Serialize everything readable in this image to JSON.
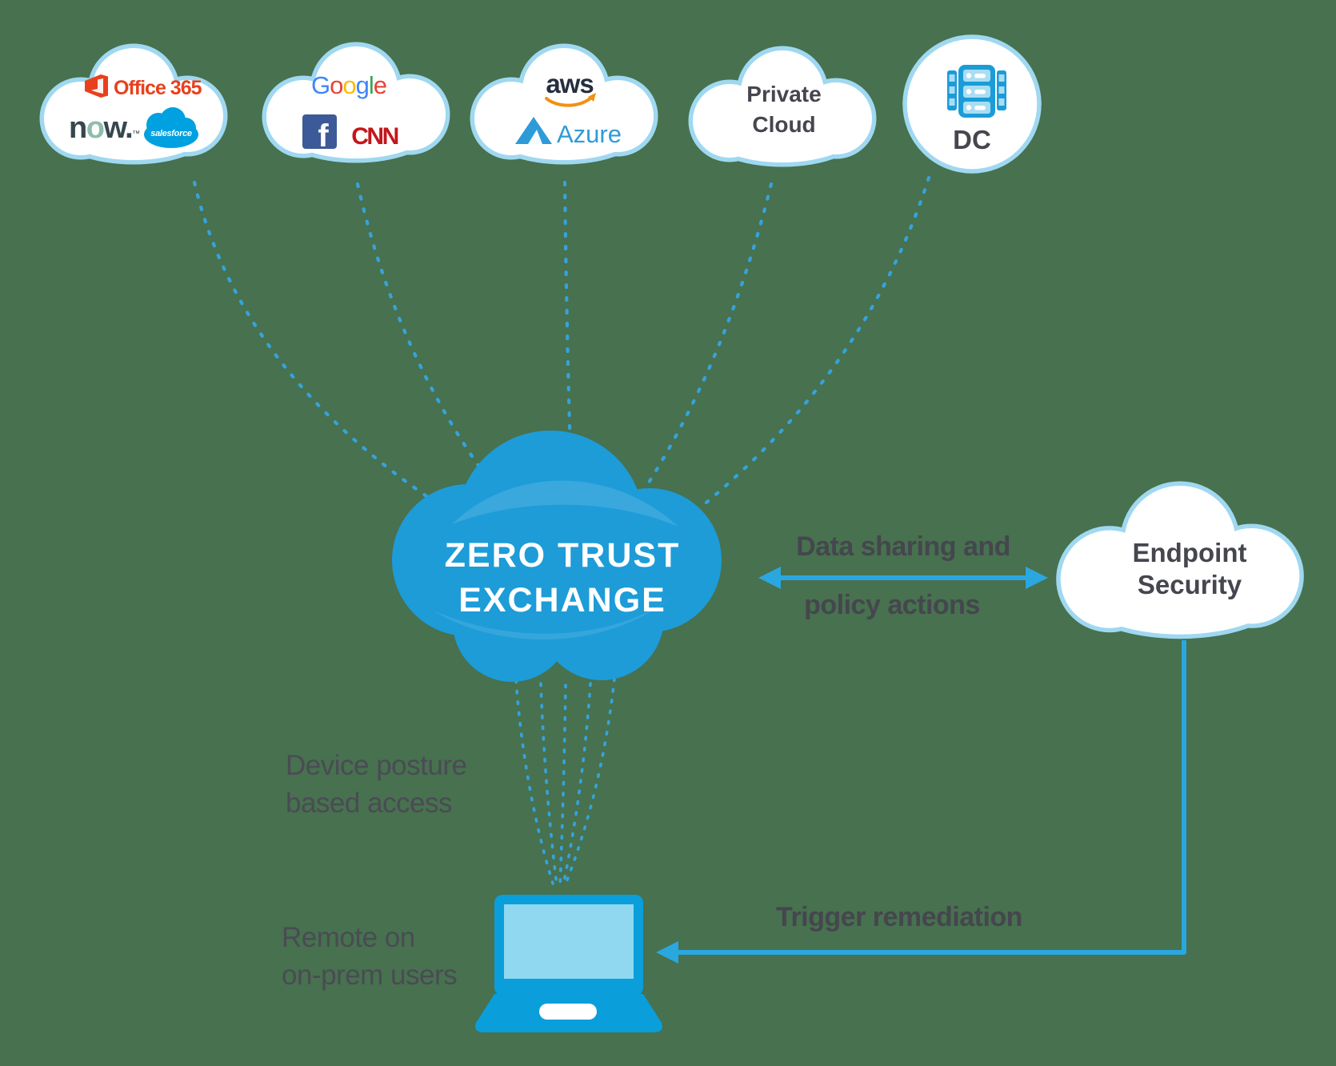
{
  "canvas": {
    "background": "#47714F"
  },
  "top_row": {
    "saas_cloud": {
      "office365": {
        "label": "Office 365",
        "color": "#E8401C"
      },
      "servicenow": {
        "letters": [
          {
            "ch": "n",
            "color": "#36474E"
          },
          {
            "ch": "o",
            "color": "#8FBDAC"
          },
          {
            "ch": "w.",
            "color": "#36474E"
          }
        ],
        "tm": "™"
      },
      "salesforce": {
        "label": "salesforce",
        "cloud_color": "#00A1E0"
      }
    },
    "web_cloud": {
      "google": {
        "letters": [
          {
            "ch": "G",
            "color": "#4285F4"
          },
          {
            "ch": "o",
            "color": "#EA4335"
          },
          {
            "ch": "o",
            "color": "#FBBC05"
          },
          {
            "ch": "g",
            "color": "#4285F4"
          },
          {
            "ch": "l",
            "color": "#34A853"
          },
          {
            "ch": "e",
            "color": "#EA4335"
          }
        ]
      },
      "facebook": {
        "letter": "f",
        "color": "#3D5A98"
      },
      "cnn": {
        "label": "CNN",
        "color": "#C4161C"
      }
    },
    "iaas_cloud": {
      "aws": {
        "label": "aws",
        "color": "#252F3E",
        "smile_color": "#F29111"
      },
      "azure": {
        "label": "Azure",
        "color": "#2E9BD9"
      }
    },
    "private_cloud": {
      "line1": "Private",
      "line2": "Cloud"
    },
    "dc_node": {
      "label": "DC",
      "icon_color": "#1B9CD8",
      "icon_light": "#A9DDF3"
    }
  },
  "center": {
    "line1": "ZERO TRUST",
    "line2": "EXCHANGE",
    "fill": "#1D9CD8"
  },
  "endpoint": {
    "line1": "Endpoint",
    "line2": "Security"
  },
  "labels": {
    "data_sharing": {
      "line1": "Data sharing and",
      "line2": "policy actions"
    },
    "device_posture": {
      "line1": "Device posture",
      "line2": "based access"
    },
    "remote_users": {
      "line1": "Remote on",
      "line2": "on-prem users"
    },
    "trigger": "Trigger remediation"
  },
  "device": {
    "body_color": "#0A9EDB",
    "screen_color": "#8FD8EF"
  },
  "connectors": {
    "dashed_color": "#35A3DB",
    "solid_color": "#2BA7E0",
    "cloud_border": "#9FD8F0"
  }
}
